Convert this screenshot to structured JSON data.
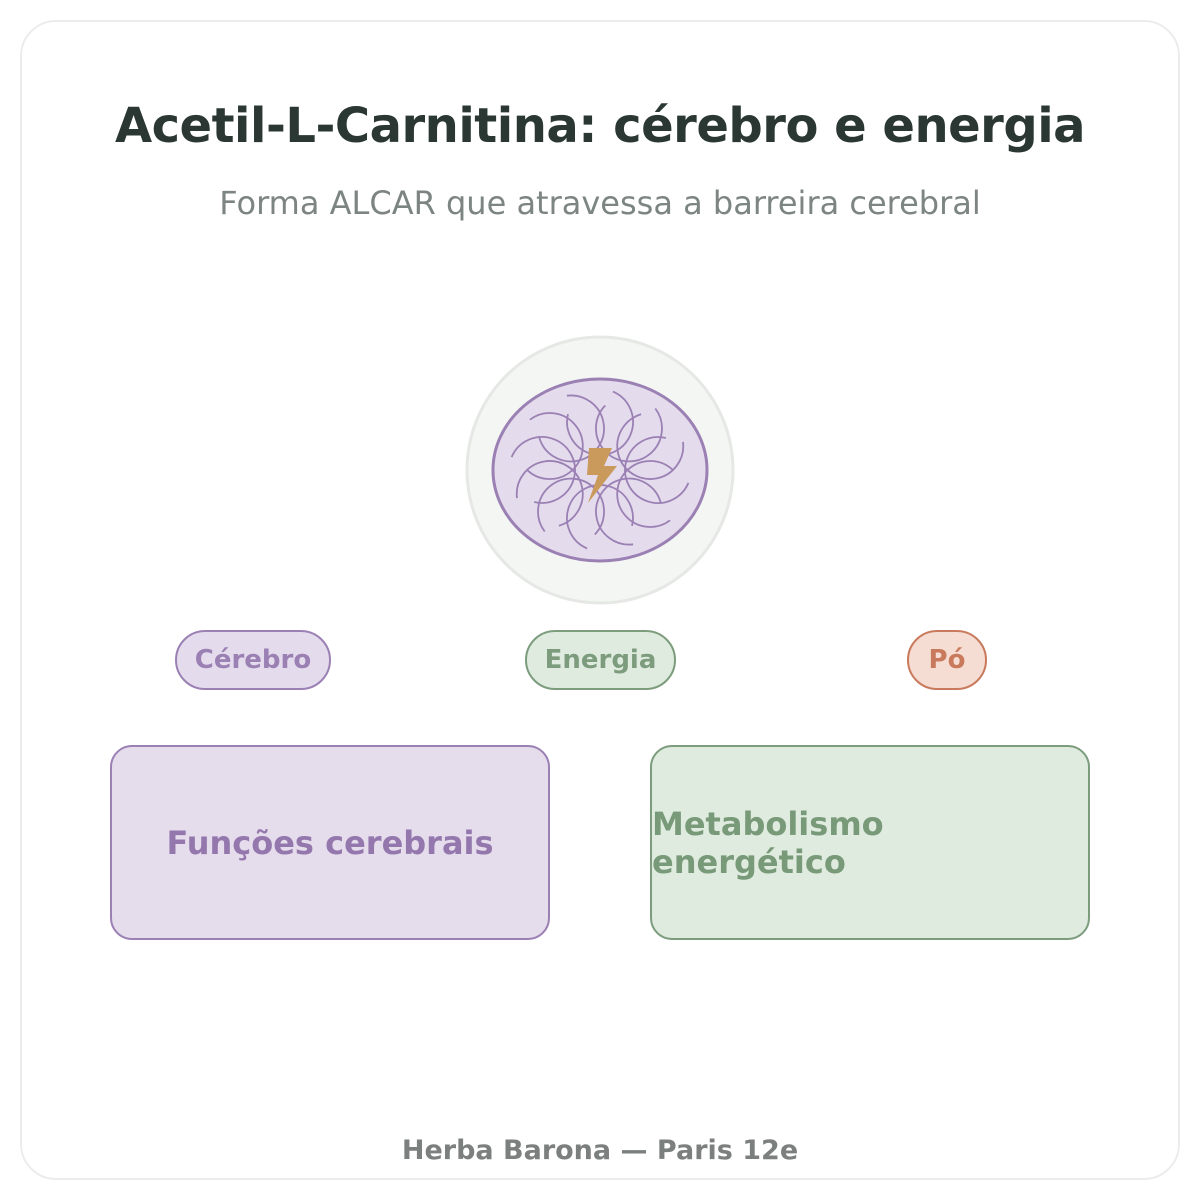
{
  "header": {
    "title": "Acetil-L-Carnitina: cérebro e energia",
    "subtitle": "Forma ALCAR que atravessa a barreira cerebral"
  },
  "emblem": {
    "icon": "brain-lightning-icon",
    "colors": {
      "ring": "#f4f6f3",
      "brain_fill": "#e4dcec",
      "brain_stroke": "#9b80b4",
      "bolt": "#c99a5b"
    }
  },
  "tags": [
    {
      "label": "Cérebro",
      "color": "#9b80b4"
    },
    {
      "label": "Energia",
      "color": "#7c9c7d"
    },
    {
      "label": "Pó",
      "color": "#c97a5d"
    }
  ],
  "boxes": [
    {
      "label": "Funções cerebrais",
      "color": "#9b80b4"
    },
    {
      "label": "Metabolismo energético",
      "color": "#7c9c7d"
    }
  ],
  "footer": {
    "text": "Herba Barona — Paris 12e"
  }
}
